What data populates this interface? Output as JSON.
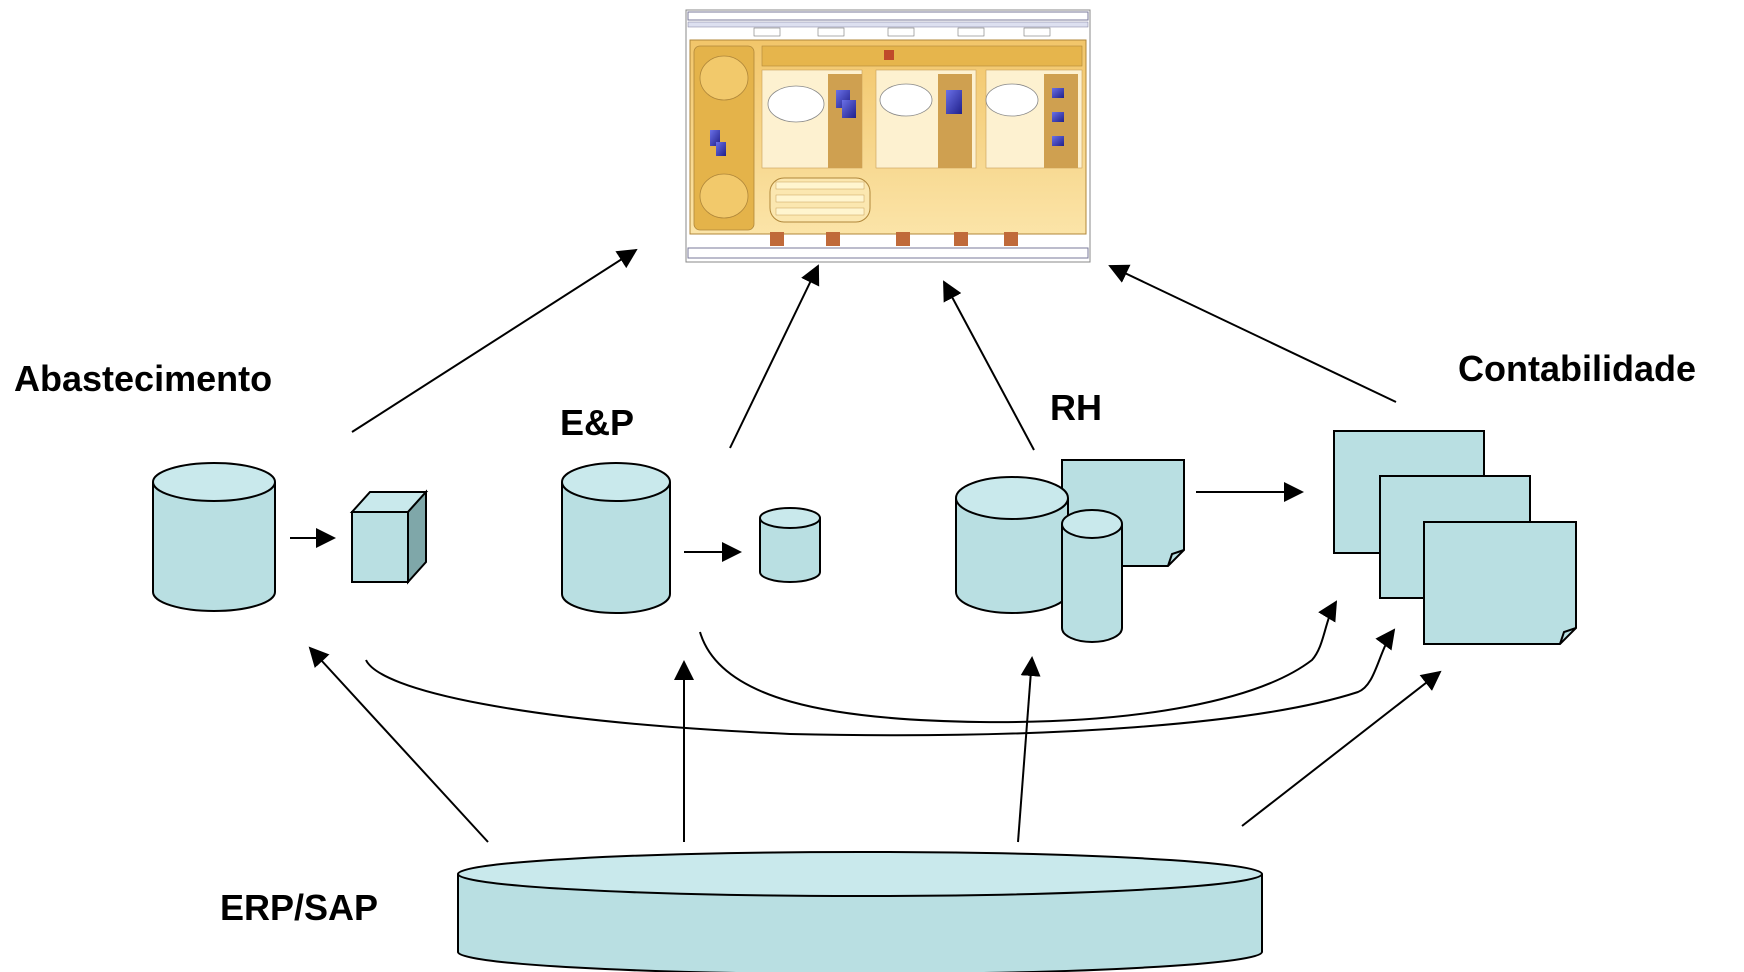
{
  "labels": {
    "abastecimento": "Abastecimento",
    "ep": "E&P",
    "rh": "RH",
    "contabilidade": "Contabilidade",
    "erp": "ERP/SAP"
  },
  "colors": {
    "shape_fill": "#b9dfe2",
    "stroke": "#000000",
    "dashboard_bg": "#f8d98a",
    "dashboard_panel": "#e8b84f"
  },
  "icons": {
    "dashboard": "dashboard-screenshot-icon",
    "database": "database-cylinder-icon",
    "cube": "cube-icon",
    "document": "document-icon"
  }
}
